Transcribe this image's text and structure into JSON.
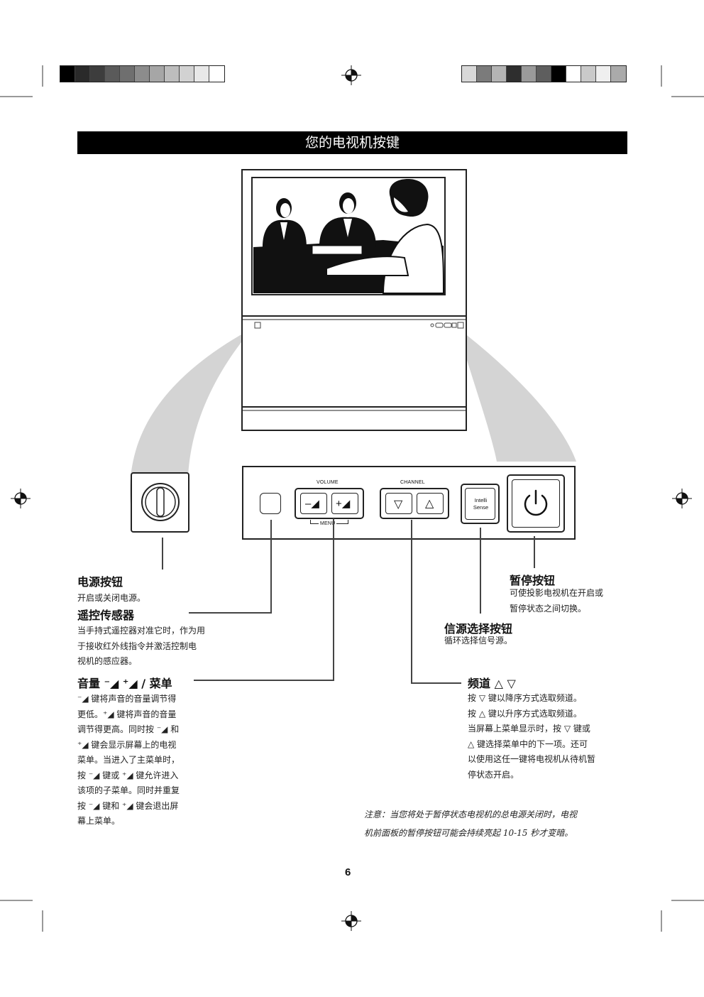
{
  "swatches_left": [
    "#000000",
    "#2a2a2a",
    "#3d3d3d",
    "#5a5a5a",
    "#6f6f6f",
    "#8c8c8c",
    "#a6a6a6",
    "#bdbdbd",
    "#d2d2d2",
    "#e8e8e8",
    "#ffffff"
  ],
  "swatches_right": [
    "#d8d8d8",
    "#7b7b7b",
    "#b4b4b4",
    "#2e2e2e",
    "#9a9a9a",
    "#5e5e5e",
    "#000000",
    "#ffffff",
    "#c9c9c9",
    "#efefef",
    "#aaaaaa"
  ],
  "banner_title": "您的电视机按键",
  "panel": {
    "volume_label": "VOLUME",
    "menu_label": "MENU",
    "channel_label": "CHANNEL",
    "intelli_line1": "Intelli",
    "intelli_line2": "Sense",
    "vol_down_symbol": "–◢",
    "vol_up_symbol": "+◢",
    "ch_down_symbol": "▽",
    "ch_up_symbol": "△",
    "power_icon": "power-icon"
  },
  "sections": {
    "power": {
      "title": "电源按钮",
      "lines": [
        "开启或关闭电源。"
      ]
    },
    "sensor": {
      "title": "遥控传感器",
      "lines": [
        "当手持式遥控器对准它时，作为用",
        "于接收红外线指令并激活控制电",
        "视机的感应器。"
      ]
    },
    "volume": {
      "title": "音量 ⁻◢  ⁺◢ / 菜单",
      "lines": [
        "⁻◢ 键将声音的音量调节得",
        "更低。⁺◢ 键将声音的音量",
        "调节得更高。同时按 ⁻◢ 和",
        "⁺◢ 键会显示屏幕上的电视",
        "菜单。当进入了主菜单时，",
        "按 ⁻◢ 键或 ⁺◢ 键允许进入",
        "该项的子菜单。同时并重复",
        "按 ⁻◢ 键和 ⁺◢ 键会退出屏",
        "幕上菜单。"
      ]
    },
    "standby": {
      "title": "暂停按钮",
      "lines": [
        "可使投影电视机在开启或",
        "暂停状态之间切换。"
      ]
    },
    "source": {
      "title": "信源选择按钮",
      "lines": [
        "循环选择信号源。"
      ]
    },
    "channel": {
      "title": "频道 △ ▽",
      "lines": [
        "按 ▽ 键以降序方式选取频道。",
        "按 △ 键以升序方式选取频道。",
        "当屏幕上菜单显示时，按 ▽ 键或",
        " △ 键选择菜单中的下一项。还可",
        "以使用这任一键将电视机从待机暂",
        "停状态开启。"
      ]
    }
  },
  "note": {
    "lines": [
      "注意：当您将处于暂停状态电视机的总电源关闭时，电视",
      "机前面板的暂停按钮可能会持续亮起 10-15 秒才变暗。"
    ]
  },
  "page_number": "6"
}
